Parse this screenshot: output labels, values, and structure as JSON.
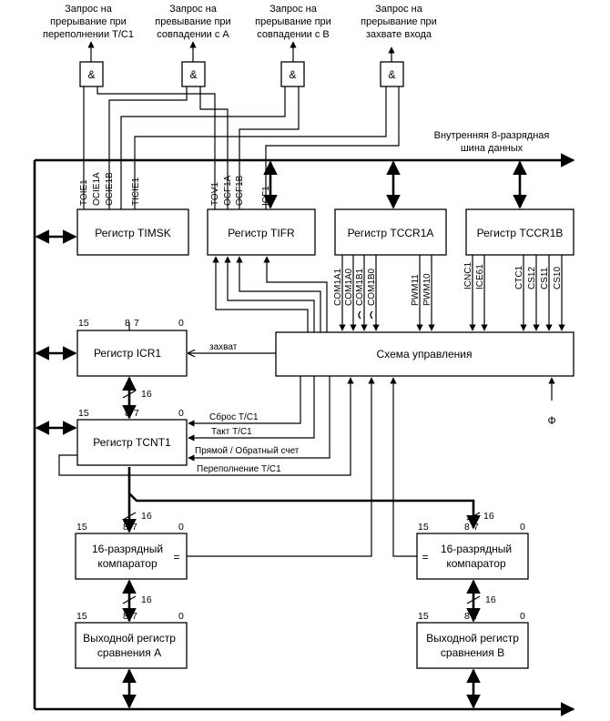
{
  "requests": {
    "overflow": [
      "Запрос на",
      "прерывание при",
      "переполнении Т/С1"
    ],
    "compare_a": [
      "Запрос на",
      "превывание при",
      "совпадении с А"
    ],
    "compare_b": [
      "Запрос на",
      "прерывание при",
      "совпадении с В"
    ],
    "capture": [
      "Запрос на",
      "прерывание при",
      "захвате входа"
    ]
  },
  "and_symbol": "&",
  "bus_label": [
    "Внутренняя 8-разрядная",
    "шина данных"
  ],
  "registers": {
    "timsk": "Регистр TIMSK",
    "tifr": "Регистр TIFR",
    "tccr1a": "Регистр TCCR1A",
    "tccr1b": "Регистр TCCR1B",
    "icr1": "Регистр ICR1",
    "tcnt1": "Регистр TCNT1",
    "control": "Схема управления",
    "comp_a": [
      "16-разрядный",
      "компаратор"
    ],
    "comp_b": [
      "16-разрядный",
      "компаратор"
    ],
    "ocr_a": [
      "Выходной регистр",
      "сравнения А"
    ],
    "ocr_b": [
      "Выходной регистр",
      "сравнения В"
    ]
  },
  "timsk_bits": [
    "TOIE1",
    "OCIE1A",
    "OCIE1B",
    "TICIE1"
  ],
  "tifr_bits": [
    "TOV1",
    "OCF1A",
    "OCF1B",
    "ICF1"
  ],
  "tccr1a_bits": [
    "COM1A1",
    "COM1A0",
    "COM1B1",
    "COM1B0",
    "PWM11",
    "PWM10"
  ],
  "tccr1b_bits": [
    "ICNC1",
    "ICE61",
    "CTC1",
    "CS12",
    "CS11",
    "CS10"
  ],
  "signals": {
    "capture": "захват",
    "reset": "Сброс Т/С1",
    "clock": "Такт Т/С1",
    "direction": "Прямой / Обратный счет",
    "overflow": "Переполнение Т/С1"
  },
  "bit_numbers": {
    "b15": "15",
    "b8": "8",
    "b7": "7",
    "b0": "0"
  },
  "width_16": "16",
  "equals": "=",
  "phi": "Ф"
}
